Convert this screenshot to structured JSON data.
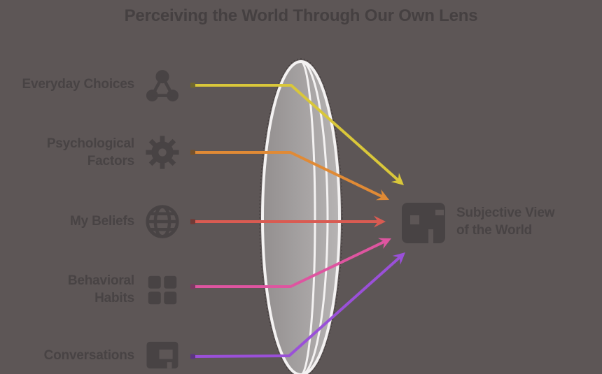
{
  "title": "Perceiving the World Through Our Own Lens",
  "background_color": "#5d5656",
  "text_color": "#484344",
  "lens": {
    "fill_left": "#938f8f",
    "fill_right": "#b6b3b3",
    "rim_color": "#f4f2f2",
    "dashed_outline_color": "#413b3b"
  },
  "sources": [
    {
      "label": "Everyday Choices",
      "icon": "network-icon",
      "color": "#d9c73a",
      "dot_color": "#6f672e"
    },
    {
      "label": "Psychological\nFactors",
      "icon": "gear-icon",
      "color": "#e08a35",
      "dot_color": "#74512c"
    },
    {
      "label": "My Beliefs",
      "icon": "globe-icon",
      "color": "#d95b52",
      "dot_color": "#703a36"
    },
    {
      "label": "Behavioral\nHabits",
      "icon": "grid-icon",
      "color": "#de55a0",
      "dot_color": "#7a3a62"
    },
    {
      "label": "Conversations",
      "icon": "window-icon",
      "color": "#9a50d8",
      "dot_color": "#5c3580"
    }
  ],
  "output": {
    "label": "Subjective View\nof the World",
    "icon": "focus-icon"
  }
}
